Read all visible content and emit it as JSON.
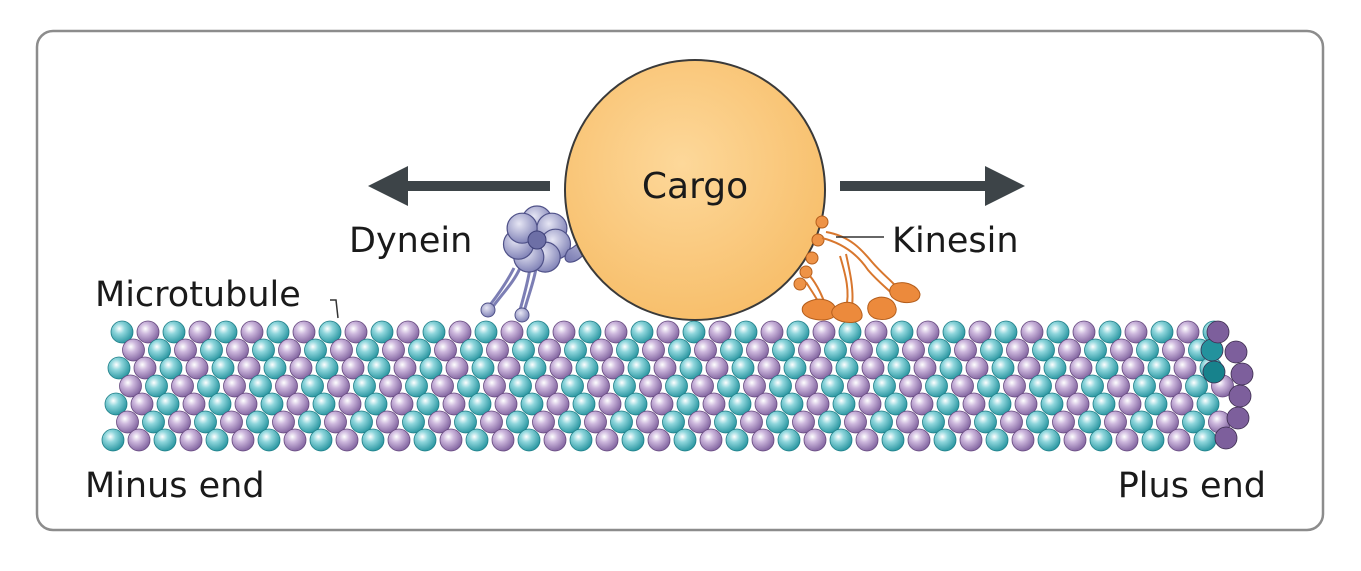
{
  "labels": {
    "cargo": "Cargo",
    "dynein": "Dynein",
    "kinesin": "Kinesin",
    "microtubule": "Microtubule",
    "minus_end": "Minus end",
    "plus_end": "Plus end"
  },
  "colors": {
    "frame": "#8c8c8c",
    "cargo_fill": "#fbc87a",
    "cargo_stroke": "#3a3a3a",
    "arrow": "#3d4448",
    "dynein": "#9a9bc8",
    "dynein_dark": "#6d6fa6",
    "kinesin": "#ec8a3c",
    "tubulin_alpha": "#6fc3cc",
    "tubulin_beta": "#b59bcb",
    "tubulin_dark": "#2b9ea8"
  }
}
